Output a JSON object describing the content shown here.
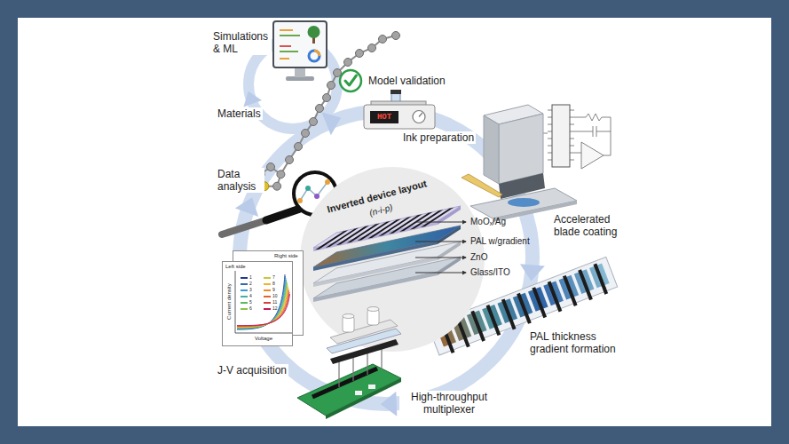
{
  "diagram": {
    "nodes": [
      {
        "text": [
          "Inverted device layout",
          "(n-i-p)"
        ]
      },
      {
        "text": [
          "Right side"
        ]
      },
      {
        "text": [
          "Left side",
          "Current density",
          "Voltage"
        ]
      }
    ],
    "labels": [
      "Simulations & ML",
      "Model validation",
      "Materials",
      "Ink preparation",
      "HOT",
      "Data analysis",
      "Accelerated blade coating",
      "MoOₓ/Ag",
      "PAL w/gradient",
      "ZnO",
      "Glass/ITO",
      "PAL thickness gradient formation",
      "High-throughput multiplexer",
      "J-V acquisition"
    ],
    "legend": [
      {
        "text": "1",
        "color": "#1f3a93"
      },
      {
        "text": "2",
        "color": "#2e6db4"
      },
      {
        "text": "3",
        "color": "#3a9bd5"
      },
      {
        "text": "4",
        "color": "#46b0a0"
      },
      {
        "text": "5",
        "color": "#5bb85d"
      },
      {
        "text": "6",
        "color": "#8bc34a"
      },
      {
        "text": "7",
        "color": "#c7c93a"
      },
      {
        "text": "8",
        "color": "#f0b429"
      },
      {
        "text": "9",
        "color": "#f08a24"
      },
      {
        "text": "10",
        "color": "#e8602c"
      },
      {
        "text": "11",
        "color": "#d83f3f"
      },
      {
        "text": "12",
        "color": "#c2185b"
      }
    ]
  }
}
